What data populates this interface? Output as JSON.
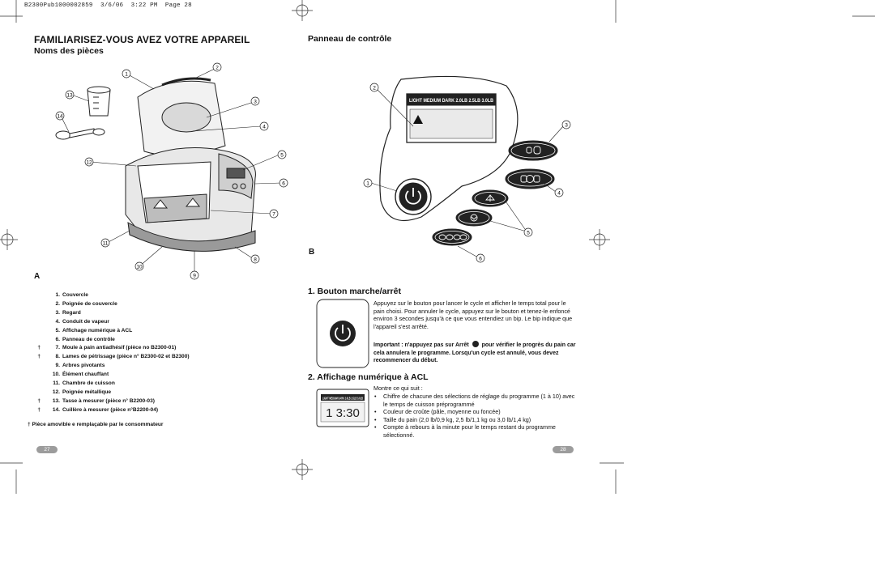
{
  "print_header": "B2300Pub1000002859  3/6/06  3:22 PM  Page 28",
  "title": "FAMILIARISEZ-VOUS AVEZ VOTRE APPAREIL",
  "subtitle": "Noms des pièces",
  "figure_A_label": "A",
  "figure_B_label": "B",
  "callout_labels": [
    "1",
    "2",
    "3",
    "4",
    "5",
    "6",
    "7",
    "8",
    "9",
    "10",
    "11",
    "12",
    "13",
    "14"
  ],
  "parts": [
    {
      "dagger": "",
      "num": "1.",
      "text": "Couvercle"
    },
    {
      "dagger": "",
      "num": "2.",
      "text": "Poignée de couvercle"
    },
    {
      "dagger": "",
      "num": "3.",
      "text": "Regard"
    },
    {
      "dagger": "",
      "num": "4.",
      "text": "Conduit de vapeur"
    },
    {
      "dagger": "",
      "num": "5.",
      "text": "Affichage numérique à ACL"
    },
    {
      "dagger": "",
      "num": "6.",
      "text": "Panneau de contrôle"
    },
    {
      "dagger": "†",
      "num": "7.",
      "text": "Moule à pain antiadhésif (pièce no B2300-01)"
    },
    {
      "dagger": "†",
      "num": "8.",
      "text": "Lames de pétrissage (pièce n° B2300-02 et B2300)"
    },
    {
      "dagger": "",
      "num": "9.",
      "text": "Arbres pivotants"
    },
    {
      "dagger": "",
      "num": "10.",
      "text": "Élément chauffant"
    },
    {
      "dagger": "",
      "num": "11.",
      "text": "Chambre de cuisson"
    },
    {
      "dagger": "",
      "num": "12.",
      "text": "Poignée métallique"
    },
    {
      "dagger": "†",
      "num": "13.",
      "text": "Tasse à mesurer (pièce n° B2200-03)"
    },
    {
      "dagger": "†",
      "num": "14.",
      "text": "Cuillère à mesurer (pièce n°B2200-04)"
    }
  ],
  "footnote": "† Pièce amovible e remplaçable par le consommateur",
  "control_panel": {
    "title": "Panneau de contrôle",
    "lcd_header": "LIGHT MEDIUM DARK  2.0LB 2.5LB 3.0LB",
    "lcd_time": "1 3:30",
    "callouts": [
      "2",
      "3",
      "1",
      "4",
      "5",
      "6"
    ]
  },
  "section1": {
    "heading": "1. Bouton marche/arrêt",
    "text": "Appuyez sur le bouton pour lancer le cycle et afficher le temps total pour le pain choisi. Pour annuler le cycle, appuyez sur le bouton et tenez-le enfoncé environ 3 secondes jusqu'à ce que vous entendiez un bip. Le bip indique que l'appareil s'est arrêté.",
    "important_before": "Important : n'appuyez pas sur Arrêt",
    "important_after": "pour vérifier le progrès du pain car cela annulera le programme. Lorsqu'un cycle est annulé, vous devez recommencer du début."
  },
  "section2": {
    "heading": "2. Affichage numérique à ACL",
    "intro": "Montre ce qui suit :",
    "bullets": [
      "Chiffre de chacune des sélections de réglage du programme (1 à 10) avec le temps de cuisson préprogrammé",
      "Couleur de croûte (pâle, moyenne ou foncée)",
      "Taille du pain (2,0 lb/0,9 kg, 2,5 lb/1,1 kg ou 3,0 lb/1,4 kg)",
      "Compte à rebours à la minute pour le temps restant du programme sélectionné."
    ]
  },
  "page_numbers": {
    "left": "27",
    "right": "28"
  }
}
